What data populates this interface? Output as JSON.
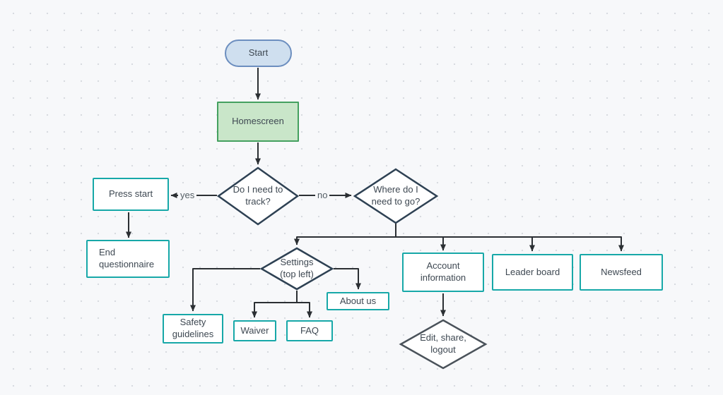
{
  "app": {
    "canvas_bg": "#f7f8fa",
    "dot_color": "#d8dbe0"
  },
  "colors": {
    "arrow": "#2b2f33",
    "teal_node_border": "#17a8a8",
    "decision_border": "#2e4153",
    "edit_decision_border": "#4a525a",
    "start_fill": "#cfdfef",
    "start_border": "#6c8ebf",
    "homescreen_fill": "#c9e6c9",
    "homescreen_border": "#44a05f",
    "text": "#3e4852"
  },
  "nodes": {
    "start": {
      "label": "Start"
    },
    "homescreen": {
      "label": "Homescreen"
    },
    "track_decision": {
      "label": "Do I need to track?"
    },
    "press_start": {
      "label": "Press start"
    },
    "end_questionnaire": {
      "label": "End questionnaire"
    },
    "where_decision": {
      "label": "Where do I need to go?"
    },
    "settings_decision": {
      "label": "Settings (top left)"
    },
    "safety_guidelines": {
      "label": "Safety guidelines"
    },
    "waiver": {
      "label": "Waiver"
    },
    "faq": {
      "label": "FAQ"
    },
    "about_us": {
      "label": "About us"
    },
    "account_information": {
      "label": "Account information"
    },
    "edit_share_logout": {
      "label": "Edit, share, logout"
    },
    "leader_board": {
      "label": "Leader board"
    },
    "newsfeed": {
      "label": "Newsfeed"
    }
  },
  "edge_labels": {
    "yes": "yes",
    "no": "no"
  }
}
